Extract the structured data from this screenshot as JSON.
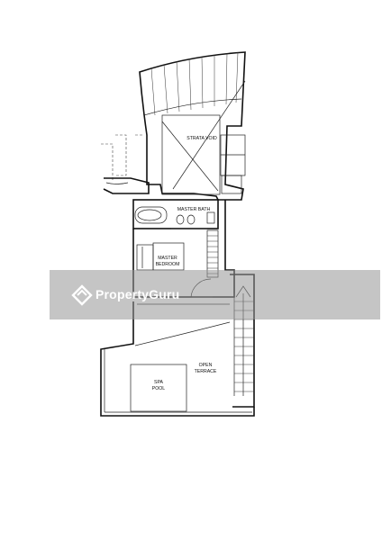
{
  "rooms": {
    "strata_void": "STRATA VOID",
    "master_bath": "MASTER BATH",
    "master_bedroom_line1": "MASTER",
    "master_bedroom_line2": "BEDROOM",
    "open_terrace_line1": "OPEN",
    "open_terrace_line2": "TERRACE",
    "spa_pool_line1": "SPA",
    "spa_pool_line2": "POOL"
  },
  "watermark": {
    "brand": "PropertyGuru",
    "icon": "propertyguru-logo-icon"
  }
}
